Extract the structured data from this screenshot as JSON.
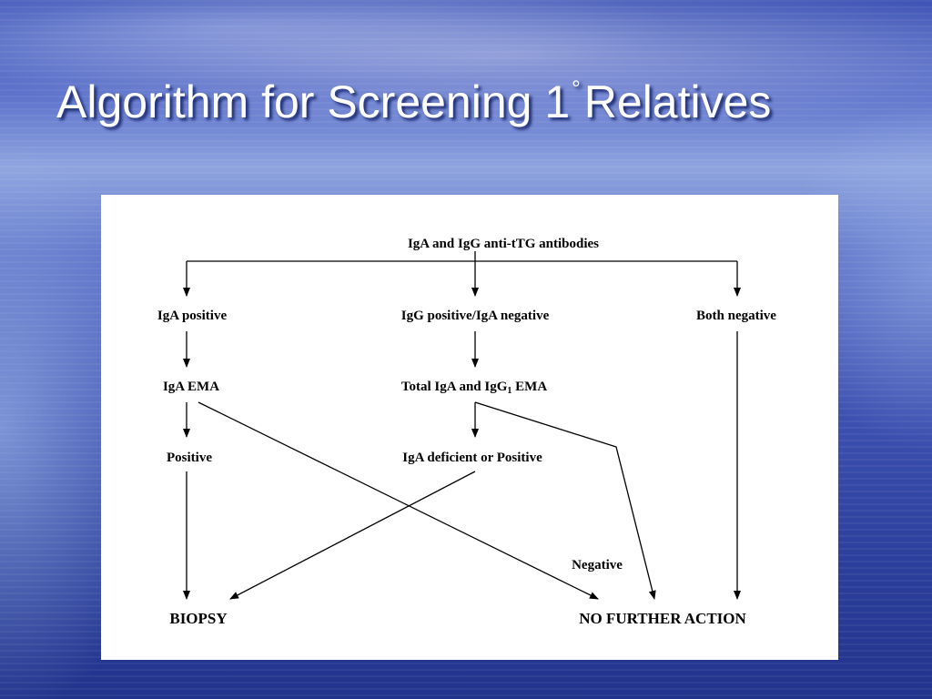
{
  "slide": {
    "title_main": "Algorithm for Screening 1",
    "title_degree": "°",
    "title_rest": "Relatives"
  },
  "diagram": {
    "root": "IgA and IgG anti-tTG antibodies",
    "iga_positive": "IgA positive",
    "igg_pos_iga_neg": "IgG positive/IgA negative",
    "both_negative": "Both negative",
    "iga_ema": "IgA EMA",
    "total_ema_prefix": "Total IgA and IgG",
    "total_ema_sub": "1",
    "total_ema_suffix": " EMA",
    "positive": "Positive",
    "iga_deficient": "IgA deficient or Positive",
    "negative": "Negative",
    "biopsy": "BIOPSY",
    "no_further_action": "NO FURTHER ACTION"
  }
}
